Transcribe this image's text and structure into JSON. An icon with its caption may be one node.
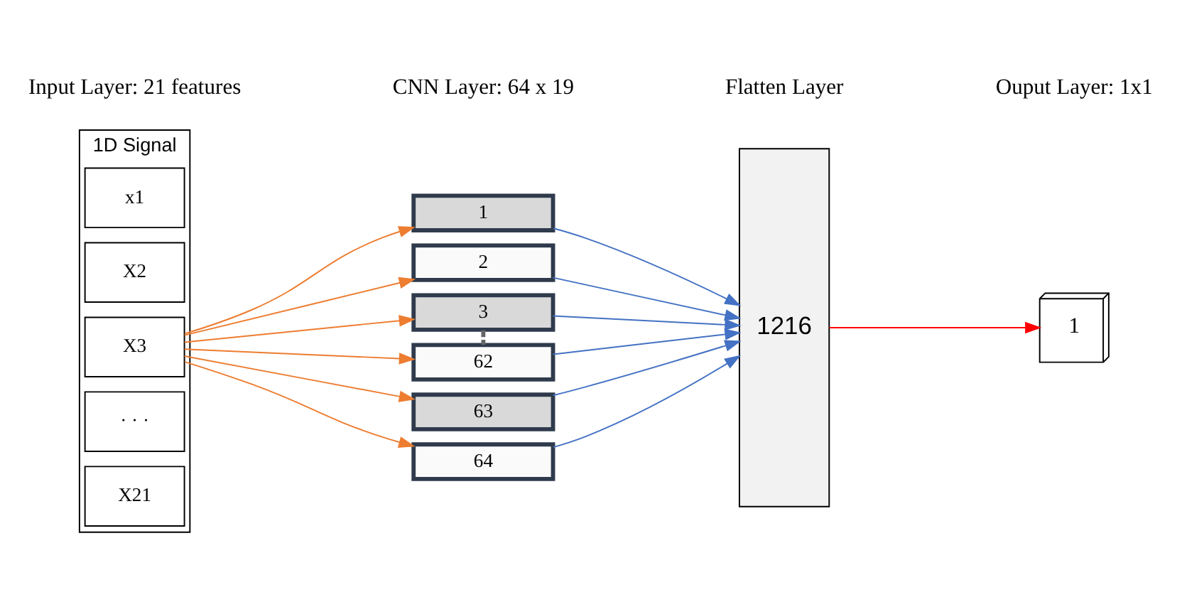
{
  "diagram": {
    "nodes": [
      {
        "text": [
          "1D Signal"
        ]
      },
      {
        "text": [
          "x1"
        ],
        "in": 0
      },
      {
        "text": [
          "X2"
        ],
        "in": 0
      },
      {
        "text": [
          "X3"
        ],
        "in": 0
      },
      {
        "text": [
          "· · ·"
        ],
        "in": 0
      },
      {
        "text": [
          "X21"
        ],
        "in": 0
      },
      {
        "text": [
          "1"
        ]
      },
      {
        "text": [
          "2"
        ]
      },
      {
        "text": [
          "3"
        ]
      },
      {
        "text": [
          "62"
        ]
      },
      {
        "text": [
          "63"
        ]
      },
      {
        "text": [
          "64"
        ]
      },
      {
        "text": [
          "1216"
        ]
      },
      {
        "text": [
          "1"
        ]
      }
    ],
    "edges": [
      {
        "from": 3,
        "to": 6,
        "arrow": "to",
        "color": "#ed7d31"
      },
      {
        "from": 3,
        "to": 7,
        "arrow": "to",
        "color": "#ed7d31"
      },
      {
        "from": 3,
        "to": 8,
        "arrow": "to",
        "color": "#ed7d31"
      },
      {
        "from": 3,
        "to": 9,
        "arrow": "to",
        "color": "#ed7d31"
      },
      {
        "from": 3,
        "to": 10,
        "arrow": "to",
        "color": "#ed7d31"
      },
      {
        "from": 3,
        "to": 11,
        "arrow": "to",
        "color": "#ed7d31"
      },
      {
        "from": 6,
        "to": 12,
        "arrow": "to",
        "color": "#4472c4"
      },
      {
        "from": 7,
        "to": 12,
        "arrow": "to",
        "color": "#4472c4"
      },
      {
        "from": 8,
        "to": 12,
        "arrow": "to",
        "color": "#4472c4"
      },
      {
        "from": 9,
        "to": 12,
        "arrow": "to",
        "color": "#4472c4"
      },
      {
        "from": 10,
        "to": 12,
        "arrow": "to",
        "color": "#4472c4"
      },
      {
        "from": 11,
        "to": 12,
        "arrow": "to",
        "color": "#4472c4"
      },
      {
        "from": 12,
        "to": 13,
        "arrow": "to",
        "color": "#ff0000"
      },
      {
        "from": 8,
        "to": 9,
        "arrow": "none",
        "style": "dashed",
        "color": "#666666"
      }
    ],
    "labels": [
      "Input Layer: 21 features",
      "CNN Layer: 64 x 19",
      "Flatten Layer",
      "Ouput Layer: 1x1"
    ]
  }
}
